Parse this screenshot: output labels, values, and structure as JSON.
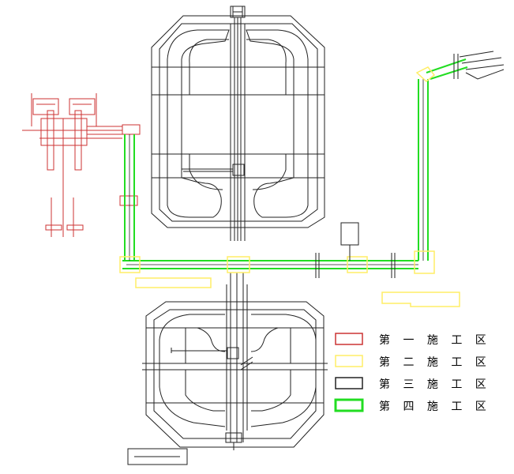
{
  "legend": {
    "items": [
      {
        "label": "第 一 施 工 区",
        "color": "#cc3333",
        "style": "box"
      },
      {
        "label": "第 二 施 工 区",
        "color": "#ffee66",
        "style": "box"
      },
      {
        "label": "第 三 施 工 区",
        "color": "#222222",
        "style": "box"
      },
      {
        "label": "第 四 施 工 区",
        "color": "#22dd22",
        "style": "box-thick"
      }
    ]
  },
  "colors": {
    "black": "#222222",
    "red": "#cc3333",
    "yellow": "#ffee66",
    "green": "#22dd22"
  }
}
